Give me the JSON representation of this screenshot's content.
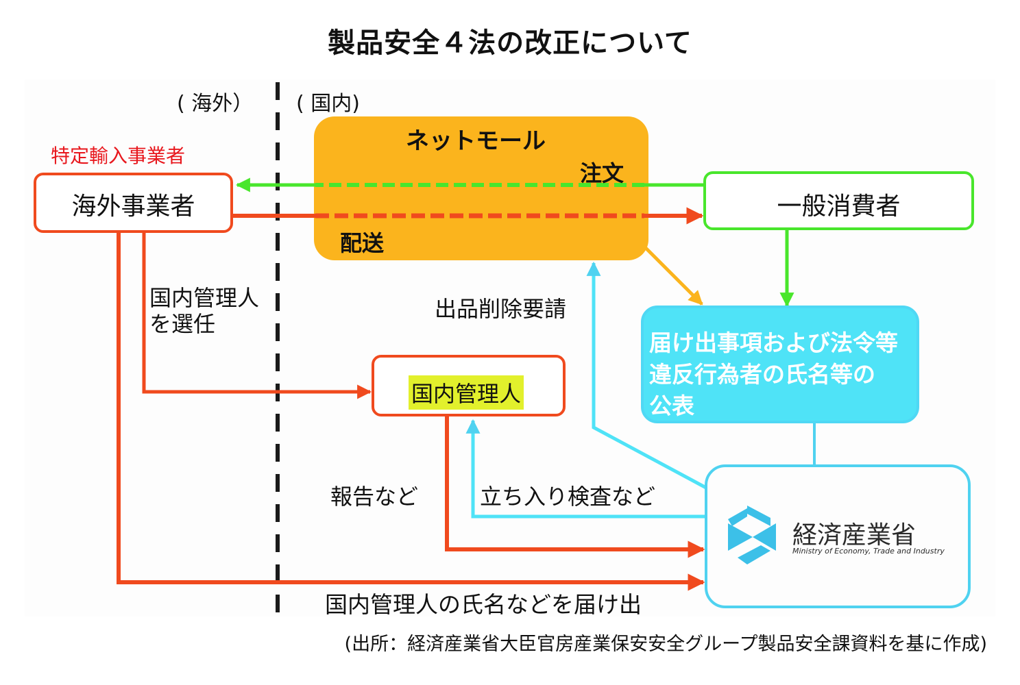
{
  "title": "製品安全４法の改正について",
  "regions": {
    "overseas": "( 海外）",
    "domestic": "( 国内)"
  },
  "colors": {
    "red": "#f04a1e",
    "red_text": "#e8171d",
    "green": "#49e62c",
    "orange": "#fbb41d",
    "cyan": "#4fe3f7",
    "cyan_line": "#4fd2f0",
    "highlight_yellow": "#e2f02c",
    "divider": "#1a1a1a"
  },
  "nodes": {
    "specified_importer_label": "特定輸入事業者",
    "overseas_business": "海外事業者",
    "net_mall": "ネットモール",
    "consumer": "一般消費者",
    "publication": [
      "届け出事項および法令等",
      "違反行為者の氏名等の",
      "公表"
    ],
    "domestic_manager": "国内管理人",
    "meti": {
      "name": "経済産業省",
      "english": "Ministry of Economy, Trade and Industry",
      "logo_icon": "meti-logo-icon"
    }
  },
  "edges": {
    "order": "注文",
    "delivery": "配送",
    "appoint_manager": [
      "国内管理人",
      "を選任"
    ],
    "delisting_request": "出品削除要請",
    "report": "報告など",
    "inspection": "立ち入り検査など",
    "notify_manager_name": "国内管理人の氏名などを届け出"
  },
  "source": "(出所：経済産業省大臣官房産業保安安全グループ製品安全課資料を基に作成)"
}
